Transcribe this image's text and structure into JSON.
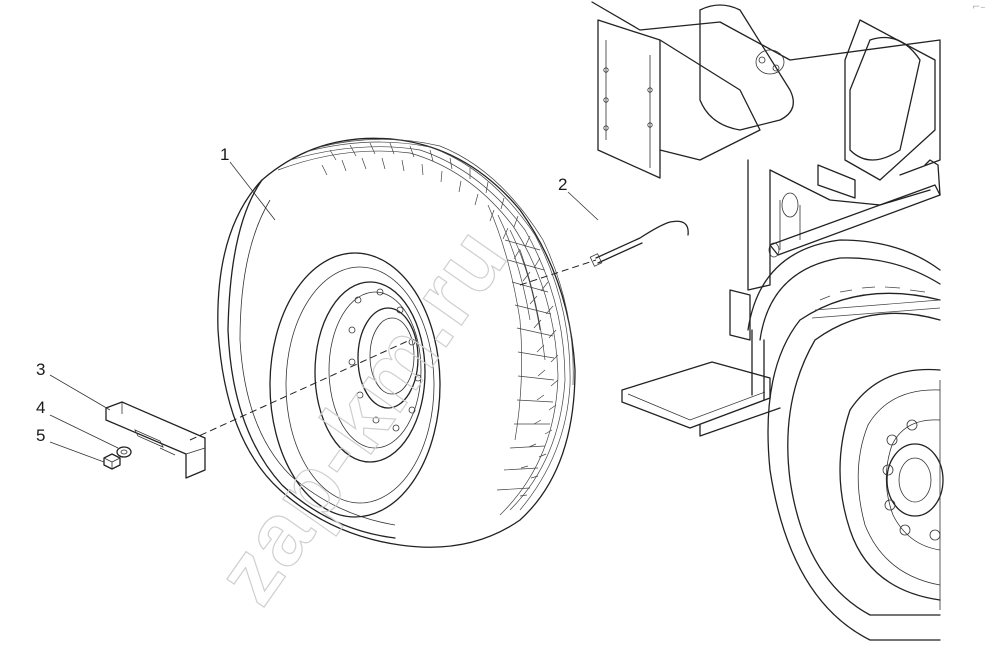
{
  "callouts": [
    {
      "id": "1",
      "label": "1"
    },
    {
      "id": "2",
      "label": "2"
    },
    {
      "id": "3",
      "label": "3"
    },
    {
      "id": "4",
      "label": "4"
    },
    {
      "id": "5",
      "label": "5"
    }
  ],
  "watermark": "zap-km.ru",
  "corner_mark": "⌐–"
}
